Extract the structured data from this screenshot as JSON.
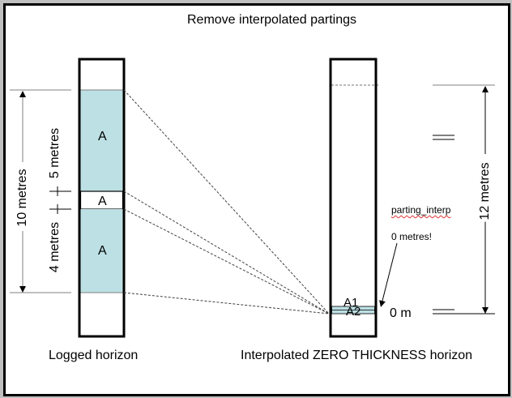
{
  "title": "Remove interpolated partings",
  "colors": {
    "layer_fill": "#bde0e4",
    "outline": "#000000",
    "guide": "#808080",
    "background": "#ffffff",
    "outer_border": "#c0c0c0"
  },
  "logged_horizon": {
    "caption": "Logged horizon",
    "layers": [
      {
        "label": "A",
        "type": "coal",
        "thickness_m": 5
      },
      {
        "label": "A",
        "type": "parting",
        "thickness_m": 1
      },
      {
        "label": "A",
        "type": "coal",
        "thickness_m": 4
      }
    ],
    "total_label": "10 metres",
    "upper_label": "5 metres",
    "lower_label": "4 metres"
  },
  "interpolated_horizon": {
    "caption": "Interpolated ZERO THICKNESS horizon",
    "layers": [
      {
        "label": "A1"
      },
      {
        "label": "A2"
      }
    ],
    "total_label": "12 metres",
    "zero_label": "0 m",
    "parting_name": "parting_interp",
    "parting_note": "0 metres!"
  }
}
